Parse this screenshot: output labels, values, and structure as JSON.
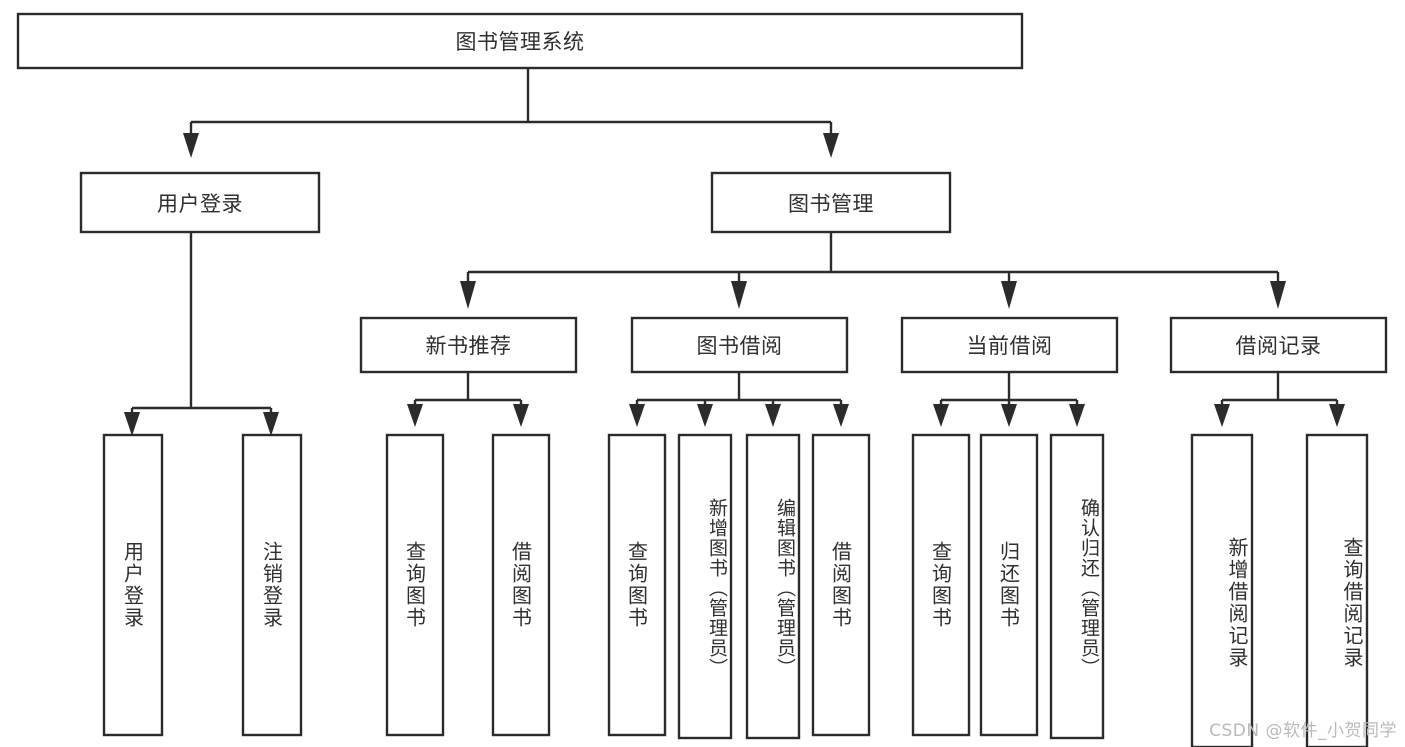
{
  "diagram": {
    "type": "tree-hierarchy-chart",
    "title": "图书管理系统",
    "background_color": "#ffffff",
    "box_stroke_color": "#2b2b2b",
    "text_color": "#2f2f2f",
    "levels": [
      {
        "level": 0,
        "nodes": [
          {
            "id": "root",
            "label": "图书管理系统",
            "orientation": "horizontal"
          }
        ]
      },
      {
        "level": 1,
        "nodes": [
          {
            "id": "user-login",
            "label": "用户登录",
            "orientation": "horizontal"
          },
          {
            "id": "book-manage",
            "label": "图书管理",
            "orientation": "horizontal"
          }
        ]
      },
      {
        "level": 2,
        "nodes": [
          {
            "id": "new-book-recommend",
            "label": "新书推荐",
            "orientation": "horizontal"
          },
          {
            "id": "book-borrow",
            "label": "图书借阅",
            "orientation": "horizontal"
          },
          {
            "id": "current-borrow",
            "label": "当前借阅",
            "orientation": "horizontal"
          },
          {
            "id": "borrow-record",
            "label": "借阅记录",
            "orientation": "horizontal"
          }
        ]
      },
      {
        "level": 3,
        "nodes": [
          {
            "id": "leaf-user-login",
            "label": "用户登录",
            "orientation": "vertical",
            "parent": "user-login"
          },
          {
            "id": "leaf-user-logout",
            "label": "注销登录",
            "orientation": "vertical",
            "parent": "user-login"
          },
          {
            "id": "leaf-query-book-1",
            "label": "查询图书",
            "orientation": "vertical",
            "parent": "new-book-recommend"
          },
          {
            "id": "leaf-borrow-book-1",
            "label": "借阅图书",
            "orientation": "vertical",
            "parent": "new-book-recommend"
          },
          {
            "id": "leaf-query-book-2",
            "label": "查询图书",
            "orientation": "vertical",
            "parent": "book-borrow"
          },
          {
            "id": "leaf-add-book",
            "label": "新增图书（管理员）",
            "orientation": "vertical",
            "parent": "book-borrow"
          },
          {
            "id": "leaf-edit-book",
            "label": "编辑图书（管理员）",
            "orientation": "vertical",
            "parent": "book-borrow"
          },
          {
            "id": "leaf-borrow-book-2",
            "label": "借阅图书",
            "orientation": "vertical",
            "parent": "book-borrow"
          },
          {
            "id": "leaf-query-book-3",
            "label": "查询图书",
            "orientation": "vertical",
            "parent": "current-borrow"
          },
          {
            "id": "leaf-return-book",
            "label": "归还图书",
            "orientation": "vertical",
            "parent": "current-borrow"
          },
          {
            "id": "leaf-confirm-return",
            "label": "确认归还（管理员）",
            "orientation": "vertical",
            "parent": "current-borrow"
          },
          {
            "id": "leaf-add-record",
            "label": "新增借阅记录",
            "orientation": "vertical",
            "parent": "borrow-record"
          },
          {
            "id": "leaf-query-record",
            "label": "查询借阅记录",
            "orientation": "vertical",
            "parent": "borrow-record"
          }
        ]
      }
    ]
  },
  "watermark": {
    "text": "CSDN @软件_小贺同学"
  }
}
